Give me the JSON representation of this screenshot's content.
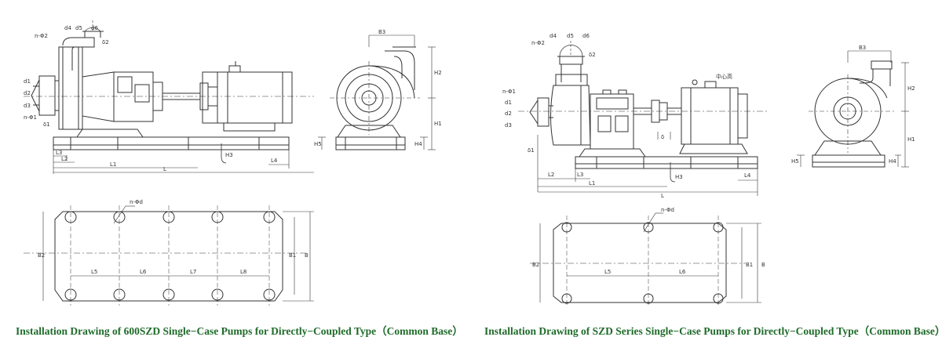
{
  "captions": {
    "left": "Installation Drawing of 600SZD Single−Case Pumps for Directly−Coupled Type（Common Base）",
    "right": "Installation Drawing of SZD Series Single−Case Pumps for Directly−Coupled Type（Common Base）"
  },
  "colors": {
    "caption": "#1f6b2a",
    "line": "#333333"
  },
  "left": {
    "side": {
      "top_labels": [
        "n-Φ2",
        "d4",
        "d5",
        "d6"
      ],
      "tilt": "δ2",
      "flange_labels": [
        "d1",
        "d2",
        "d3",
        "n-Φ1"
      ],
      "delta": "δ1",
      "dims": [
        "L3",
        "L2",
        "L1",
        "L",
        "L4",
        "H3"
      ]
    },
    "end": {
      "dims": [
        "B3",
        "H2",
        "H1",
        "H4",
        "H5"
      ]
    },
    "plan": {
      "hole": "n-Φd",
      "dims": [
        "L5",
        "L6",
        "L7",
        "L8",
        "B2",
        "B1",
        "B"
      ]
    }
  },
  "right": {
    "side": {
      "top_labels": [
        "n-Φ2",
        "d4",
        "d5",
        "d6"
      ],
      "tilt": "δ2",
      "flange_labels": [
        "n-Φ1",
        "d1",
        "d2",
        "d3"
      ],
      "delta": "δ1",
      "dims": [
        "L2",
        "L3",
        "L1",
        "L",
        "L4",
        "H3",
        "δ"
      ],
      "motor": "中心高"
    },
    "end": {
      "dims": [
        "B3",
        "H2",
        "H1",
        "H4",
        "H5"
      ]
    },
    "plan": {
      "hole": "n-Φd",
      "dims": [
        "L5",
        "L6",
        "B2",
        "B1",
        "B"
      ]
    }
  }
}
